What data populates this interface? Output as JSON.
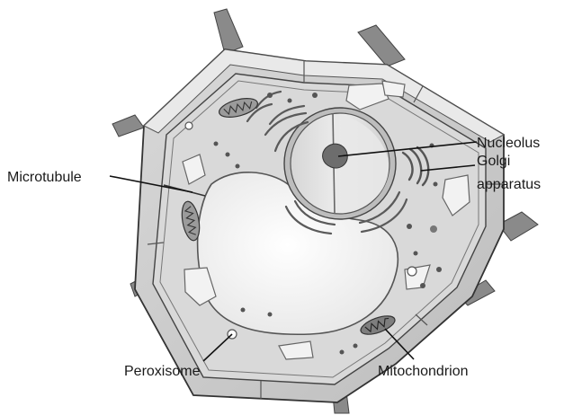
{
  "diagram": {
    "labels": {
      "nucleolus": "Nucleolus",
      "golgi_line1": "Golgi",
      "golgi_line2": "apparatus",
      "microtubule": "Microtubule",
      "peroxisome": "Peroxisome",
      "mitochondrion": "Mitochondrion"
    }
  }
}
